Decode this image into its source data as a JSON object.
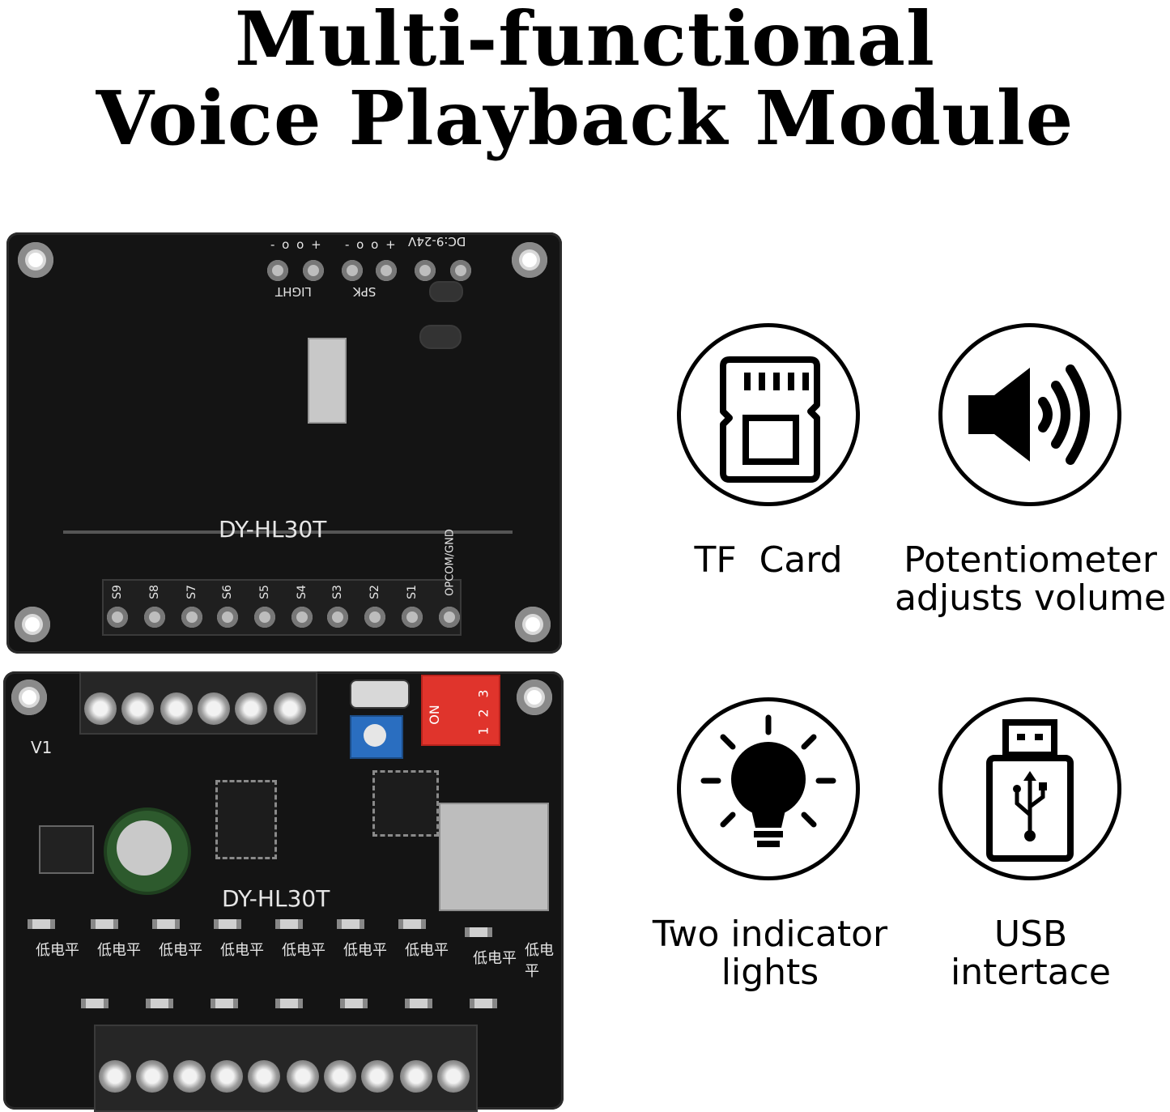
{
  "heading": {
    "line1": "Multi-functional",
    "line2": "Voice Playback Module"
  },
  "board_back": {
    "model": "DY-HL30T",
    "power_label": "DC:9-24V",
    "light_label": "LIGHT",
    "spk_label": "SPK",
    "terminal_labels": [
      "S9",
      "S8",
      "S7",
      "S6",
      "S5",
      "S4",
      "S3",
      "S2",
      "S1",
      "OPCOM/GND"
    ],
    "polarity": "- o o +"
  },
  "board_front": {
    "model": "DY-HL30T",
    "v1_label": "V1",
    "dip_on": "ON",
    "dip_numbers": [
      "1",
      "2",
      "3"
    ],
    "cn_chip_label": "低电平"
  },
  "features": [
    {
      "icon": "sd-card-icon",
      "label": "TF  Card"
    },
    {
      "icon": "speaker-volume-icon",
      "label": "Potentiometer\nadjusts volume"
    },
    {
      "icon": "light-bulb-icon",
      "label": "Two indicator\nlights"
    },
    {
      "icon": "usb-drive-icon",
      "label": "USB\nintertace"
    }
  ]
}
